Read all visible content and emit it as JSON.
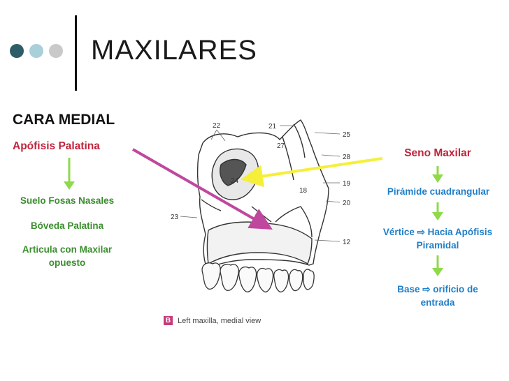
{
  "title": "MAXILARES",
  "left": {
    "heading": "CARA MEDIAL",
    "subheading": "Apófisis Palatina",
    "items": [
      "Suelo Fosas Nasales",
      "Bóveda Palatina",
      "Articula con Maxilar opuesto"
    ]
  },
  "right": {
    "heading": "Seno Maxilar",
    "items": [
      "Pirámide cuadrangular",
      "Vértice ⇨ Hacia Apófisis Piramidal",
      "Base ⇨ orificio de entrada"
    ]
  },
  "figure": {
    "badge": "B",
    "caption": "Left maxilla, medial view",
    "labels": [
      "22",
      "21",
      "25",
      "27",
      "28",
      "24",
      "18",
      "19",
      "20",
      "23",
      "12"
    ]
  },
  "colors": {
    "dot1": "#2f5d67",
    "dot2": "#a9cfd9",
    "dot3": "#c9c9c9",
    "green_arrow": "#8fd94a",
    "pink_arrow": "#c0479e",
    "yellow_arrow": "#f5ef3a",
    "red_text": "#c0243c",
    "green_text": "#3a8e2d",
    "blue_text": "#1f7ec8"
  }
}
